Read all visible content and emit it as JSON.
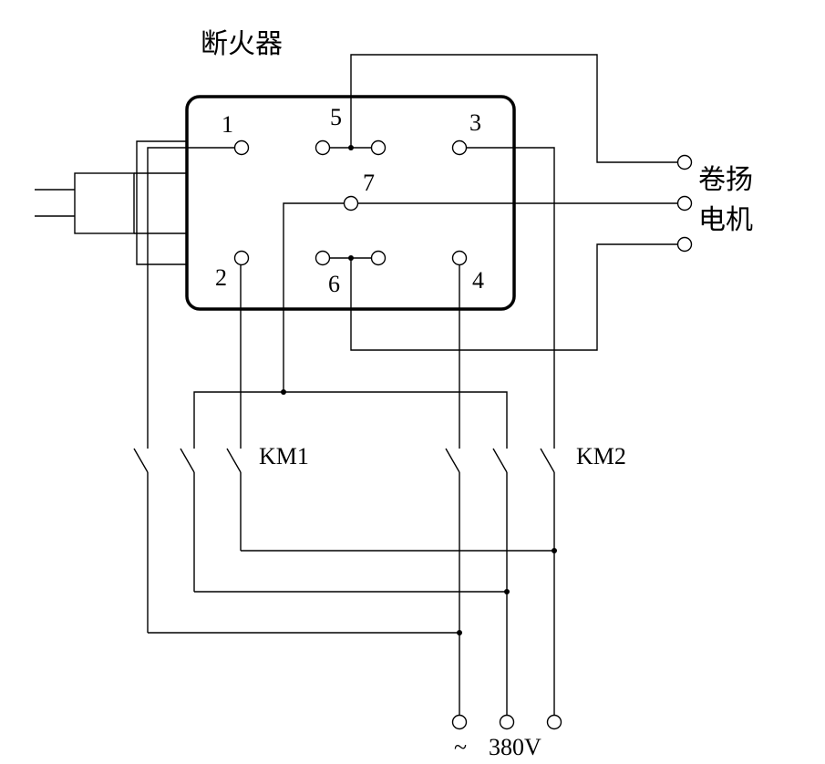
{
  "diagram": {
    "breaker_title": "断火器",
    "motor_label_line1": "卷扬",
    "motor_label_line2": "电机",
    "terminals": {
      "t1": "1",
      "t2": "2",
      "t3": "3",
      "t4": "4",
      "t5": "5",
      "t6": "6",
      "t7": "7"
    },
    "km1_label": "KM1",
    "km2_label": "KM2",
    "supply_tilde": "~",
    "supply_voltage": "380V"
  }
}
